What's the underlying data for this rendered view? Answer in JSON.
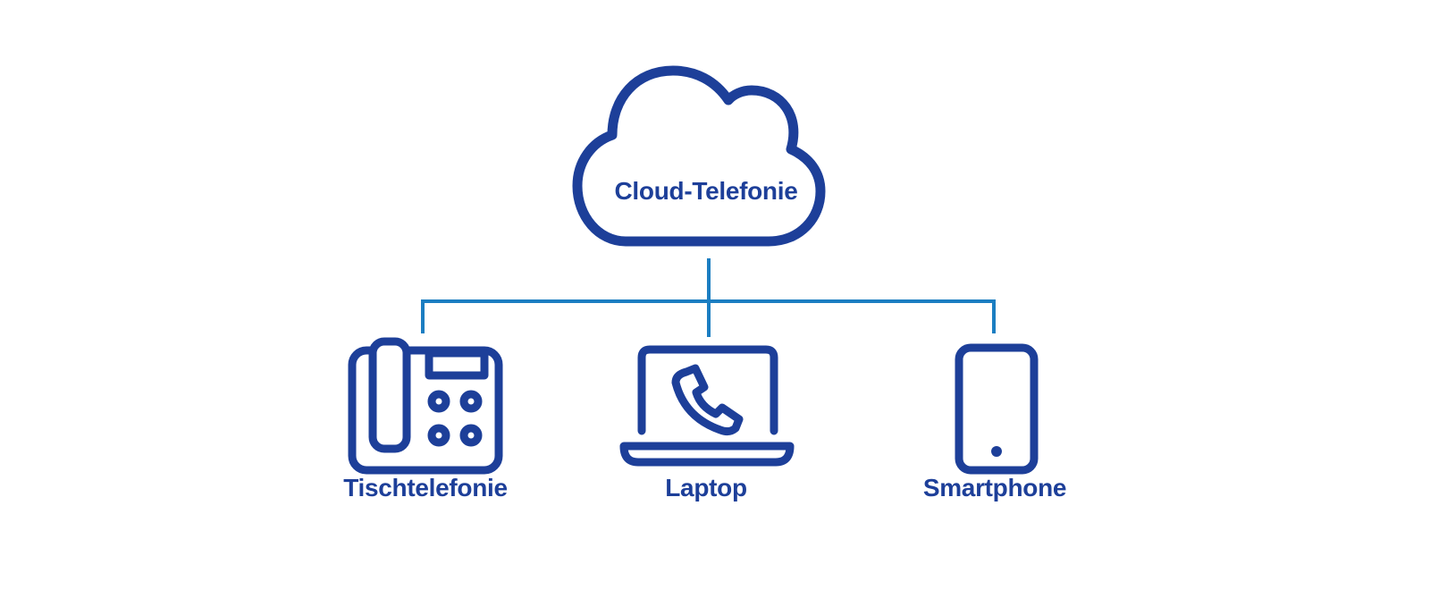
{
  "colors": {
    "primary": "#1d3f99",
    "connector": "#1b7ec2",
    "background": "#ffffff"
  },
  "cloud": {
    "label": "Cloud-Telefonie",
    "icon": "cloud-icon"
  },
  "nodes": [
    {
      "label": "Tischtelefonie",
      "icon": "desk-phone-icon"
    },
    {
      "label": "Laptop",
      "icon": "laptop-phone-icon"
    },
    {
      "label": "Smartphone",
      "icon": "smartphone-icon"
    }
  ]
}
